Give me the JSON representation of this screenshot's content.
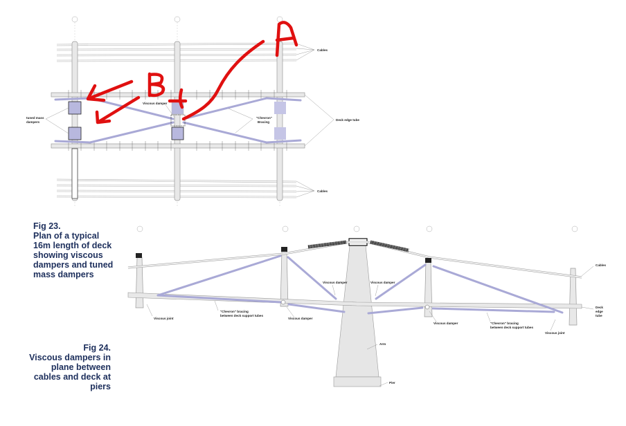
{
  "fig23": {
    "caption": [
      "Fig 23.",
      "Plan of a typical",
      "16m length of deck",
      "showing viscous",
      "dampers and tuned",
      "mass dampers"
    ],
    "labels": {
      "cables_top": "Cables",
      "cables_bottom": "Cables",
      "tuned_mass_dampers": [
        "tuned mass",
        "dampers"
      ],
      "viscous_damper": "Viscous damper",
      "chevron_bracing": [
        "\"Chevron\"",
        "Bracing"
      ],
      "deck_edge_tube": "Deck edge tube"
    }
  },
  "fig24": {
    "caption": [
      "Fig 24.",
      "Viscous dampers in",
      "plane between",
      "cables and deck at",
      "piers"
    ],
    "labels": {
      "viscous_damper_1": "Viscous damper",
      "viscous_damper_2": "Viscous damper",
      "viscous_damper_3": "Viscous damper",
      "viscous_damper_4": "Viscous damper",
      "viscous_joint_left": "Viscous joint",
      "viscous_joint_right": "Viscous joint",
      "chevron_left": [
        "\"Chevron\" bracing",
        "between deck support tubes"
      ],
      "chevron_right": [
        "\"Chevron\" bracing",
        "between deck support tubes"
      ],
      "cables": "Cables",
      "deck_edge_tube": [
        "Deck",
        "edge",
        "tube"
      ],
      "arm": "Arm",
      "pier": "Pier"
    }
  },
  "annotations": {
    "a": "A",
    "b": "B"
  },
  "colors": {
    "annotation": "#e01010",
    "bracing": "#a9a9d6",
    "caption": "#1d2f5c"
  }
}
